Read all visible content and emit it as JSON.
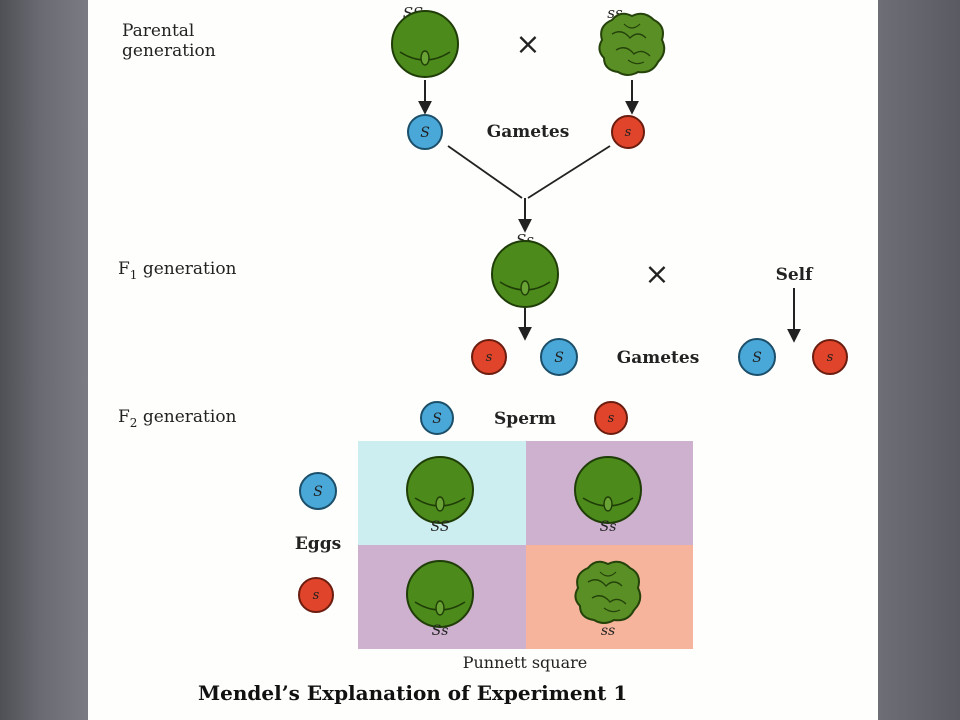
{
  "labels": {
    "parental_generation_line1": "Parental",
    "parental_generation_line2": "generation",
    "f1_generation_prefix": "F",
    "f1_generation_sub": "1",
    "f1_generation_suffix": " generation",
    "f2_generation_prefix": "F",
    "f2_generation_sub": "2",
    "f2_generation_suffix": " generation",
    "gametes_top": "Gametes",
    "gametes_middle": "Gametes",
    "self": "Self",
    "sperm": "Sperm",
    "eggs": "Eggs",
    "cross_symbol": "×",
    "punnett_square": "Punnett square",
    "caption": "Mendel’s Explanation of Experiment 1"
  },
  "genotypes": {
    "parent_smooth": "SS",
    "parent_wrinkled": "ss",
    "f1": "Ss",
    "cell_1": "SS",
    "cell_2": "Ss",
    "cell_3": "Ss",
    "cell_4": "ss"
  },
  "alleles": {
    "dominant": "S",
    "recessive": "s"
  },
  "colors": {
    "smooth_seed": "#4d8a1c",
    "wrinkled_seed": "#5a8f25",
    "dominant_allele": "#4aa8d8",
    "recessive_allele": "#e0442a",
    "cell_ss_dominant": "#cdeef0",
    "cell_heterozygous": "#cdb1cf",
    "cell_ss_recessive": "#f7b49c"
  }
}
